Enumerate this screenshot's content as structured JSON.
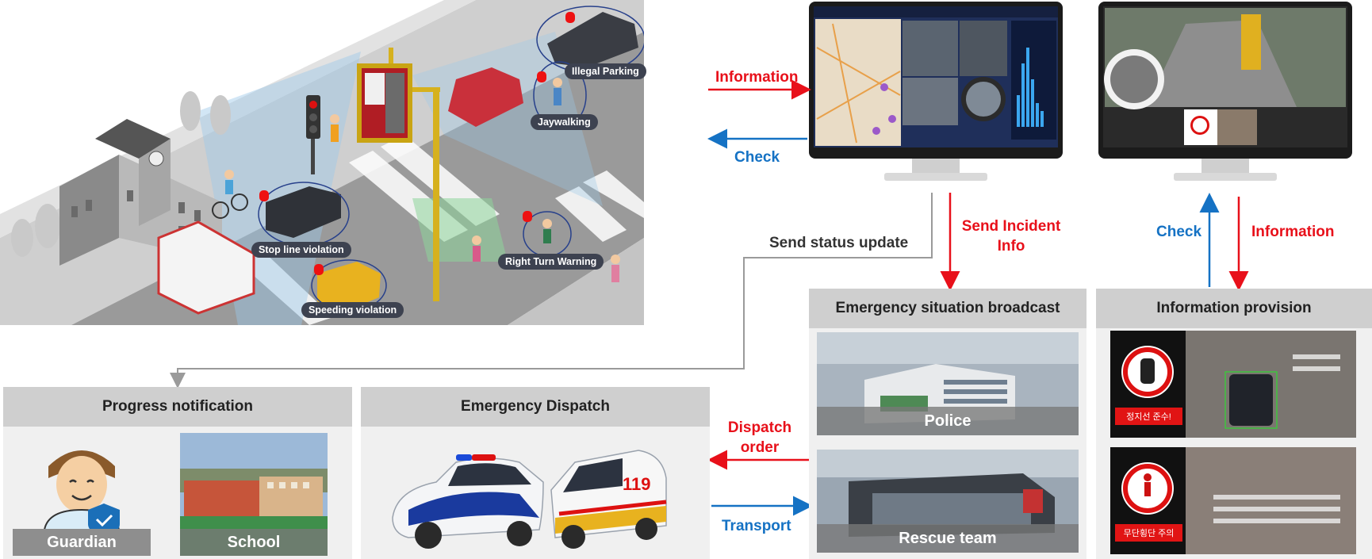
{
  "scene": {
    "labels": {
      "illegal_parking": "Illegal Parking",
      "jaywalking": "Jaywalking",
      "stop_line": "Stop line violation",
      "right_turn": "Right Turn Warning",
      "speeding": "Speeding violation"
    }
  },
  "flows": {
    "information_top": "Information",
    "check_top": "Check",
    "send_status": "Send status update",
    "send_incident_1": "Send Incident",
    "send_incident_2": "Info",
    "check_right": "Check",
    "information_right": "Information",
    "dispatch_1": "Dispatch",
    "dispatch_2": "order",
    "transport": "Transport"
  },
  "panels": {
    "broadcast": {
      "title": "Emergency situation broadcast",
      "police": "Police",
      "rescue": "Rescue team"
    },
    "info_provision": {
      "title": "Information provision",
      "sign1": "정지선 준수!",
      "sign2": "무단횡단 주의"
    },
    "progress": {
      "title": "Progress notification",
      "guardian": "Guardian",
      "school": "School"
    },
    "dispatch": {
      "title": "Emergency Dispatch"
    }
  },
  "colors": {
    "red": "#e8101a",
    "blue": "#1572c4",
    "panel_header": "#cfcfcf",
    "panel_bg": "#f0f0f0"
  }
}
